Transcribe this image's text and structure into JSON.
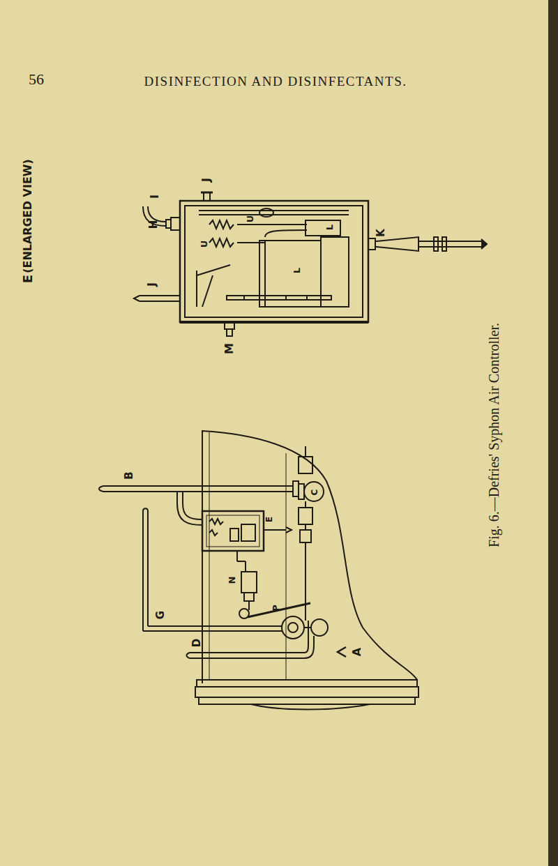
{
  "diagram": {
    "title": "DISINFECTION AND DISINFECTANTS.",
    "caption": "Fig. 6.—Defries' Syphon Air Controller.",
    "labels": [
      "56",
      "E",
      "(ENLARGED VIEW)",
      "J",
      "I",
      "H",
      "J",
      "U",
      "U",
      "L",
      "L",
      "K",
      "M",
      "B",
      "C",
      "E",
      "G",
      "N",
      "P",
      "D",
      "A"
    ]
  }
}
